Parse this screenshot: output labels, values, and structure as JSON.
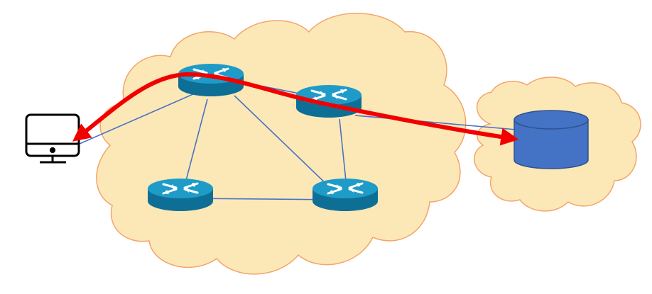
{
  "diagram": {
    "nodes": [
      {
        "id": "client",
        "kind": "computer-icon"
      },
      {
        "id": "router-1",
        "kind": "router-icon"
      },
      {
        "id": "router-2",
        "kind": "router-icon"
      },
      {
        "id": "router-3",
        "kind": "router-icon"
      },
      {
        "id": "router-4",
        "kind": "router-icon"
      },
      {
        "id": "database",
        "kind": "database-icon"
      }
    ],
    "links": [
      [
        "client",
        "router-1"
      ],
      [
        "router-1",
        "router-2"
      ],
      [
        "router-1",
        "router-3"
      ],
      [
        "router-1",
        "router-4"
      ],
      [
        "router-3",
        "router-4"
      ],
      [
        "router-2",
        "router-4"
      ],
      [
        "router-2",
        "database"
      ]
    ],
    "path": {
      "label": "",
      "from": "client",
      "to": "database",
      "via": [
        "router-1",
        "router-2"
      ],
      "direction": "bidirectional"
    },
    "colors": {
      "cloud_fill": "#FCE8B7",
      "cloud_stroke": "#F4A46A",
      "router_fill": "#1F9BC8",
      "router_dark": "#0E6F96",
      "link": "#4A72C4",
      "path": "#F20000",
      "database": "#4472C4",
      "database_stroke": "#2F528F",
      "computer": "#000000"
    }
  }
}
